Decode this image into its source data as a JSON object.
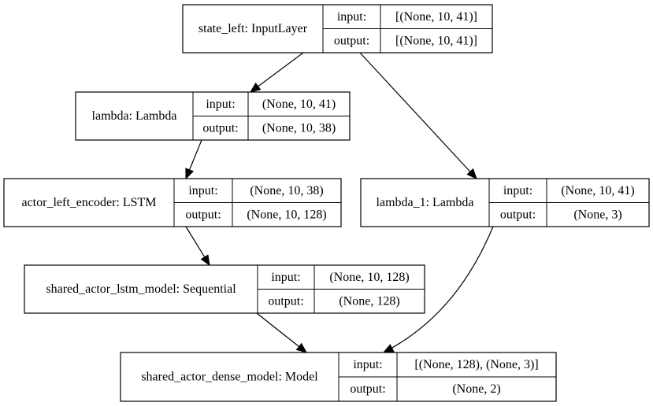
{
  "nodes": [
    {
      "id": "state_left",
      "name": "state_left: InputLayer",
      "input": "[(None, 10, 41)]",
      "output": "[(None, 10, 41)]"
    },
    {
      "id": "lambda",
      "name": "lambda: Lambda",
      "input": "(None, 10, 41)",
      "output": "(None, 10, 38)"
    },
    {
      "id": "actor_left_encoder",
      "name": "actor_left_encoder: LSTM",
      "input": "(None, 10, 38)",
      "output": "(None, 10, 128)"
    },
    {
      "id": "lambda_1",
      "name": "lambda_1: Lambda",
      "input": "(None, 10, 41)",
      "output": "(None, 3)"
    },
    {
      "id": "shared_actor_lstm_model",
      "name": "shared_actor_lstm_model: Sequential",
      "input": "(None, 10, 128)",
      "output": "(None, 128)"
    },
    {
      "id": "shared_actor_dense_model",
      "name": "shared_actor_dense_model: Model",
      "input": "[(None, 128), (None, 3)]",
      "output": "(None, 2)"
    }
  ],
  "labels": {
    "input": "input:",
    "output": "output:"
  },
  "edges": [
    {
      "from": "state_left",
      "to": "lambda"
    },
    {
      "from": "state_left",
      "to": "lambda_1"
    },
    {
      "from": "lambda",
      "to": "actor_left_encoder"
    },
    {
      "from": "actor_left_encoder",
      "to": "shared_actor_lstm_model"
    },
    {
      "from": "shared_actor_lstm_model",
      "to": "shared_actor_dense_model"
    },
    {
      "from": "lambda_1",
      "to": "shared_actor_dense_model"
    }
  ]
}
